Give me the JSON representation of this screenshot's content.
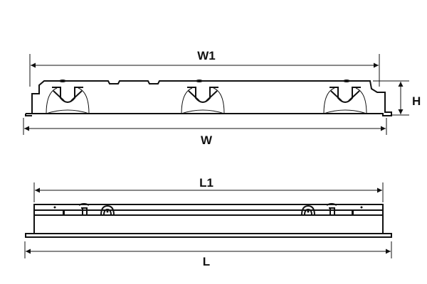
{
  "end_view": {
    "width_inner_label": "W1",
    "width_outer_label": "W",
    "height_label": "H"
  },
  "side_view": {
    "length_inner_label": "L1",
    "length_outer_label": "L"
  },
  "colors": {
    "line": "#111111",
    "background": "#ffffff"
  }
}
